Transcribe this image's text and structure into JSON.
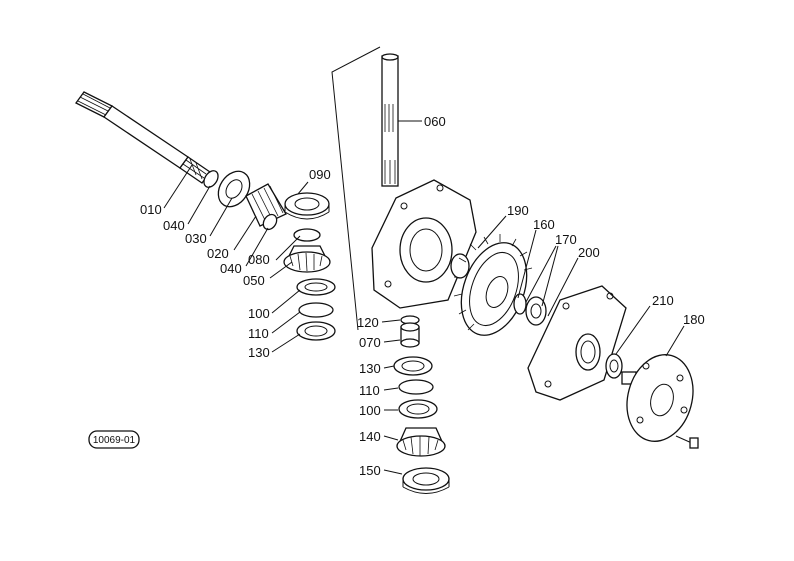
{
  "diagram": {
    "reference_code": "10069-01",
    "part_numbers": {
      "p010": "010",
      "p020": "020",
      "p030": "030",
      "p040a": "040",
      "p040b": "040",
      "p050": "050",
      "p060": "060",
      "p070": "070",
      "p080": "080",
      "p090": "090",
      "p100a": "100",
      "p100b": "100",
      "p110a": "110",
      "p110b": "110",
      "p120": "120",
      "p130a": "130",
      "p130b": "130",
      "p140": "140",
      "p150": "150",
      "p160": "160",
      "p170": "170",
      "p180": "180",
      "p190": "190",
      "p200": "200",
      "p210": "210"
    }
  }
}
